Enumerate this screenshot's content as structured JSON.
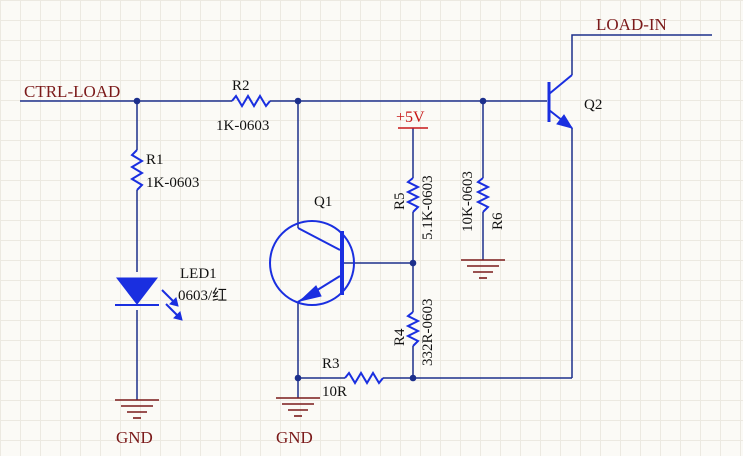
{
  "nets": {
    "ctrl_load": "CTRL-LOAD",
    "load_in": "LOAD-IN",
    "gnd_left": "GND",
    "gnd_mid": "GND",
    "vcc": "+5V"
  },
  "components": {
    "r1": {
      "ref": "R1",
      "value": "1K-0603"
    },
    "r2": {
      "ref": "R2",
      "value": "1K-0603"
    },
    "r3": {
      "ref": "R3",
      "value": "10R"
    },
    "r4": {
      "ref": "R4",
      "value": "332R-0603"
    },
    "r5": {
      "ref": "R5",
      "value": "5.1K-0603"
    },
    "r6": {
      "ref": "R6",
      "value": "10K-0603"
    },
    "q1": {
      "ref": "Q1"
    },
    "q2": {
      "ref": "Q2"
    },
    "led1": {
      "ref": "LED1",
      "value": "0603/红"
    }
  }
}
